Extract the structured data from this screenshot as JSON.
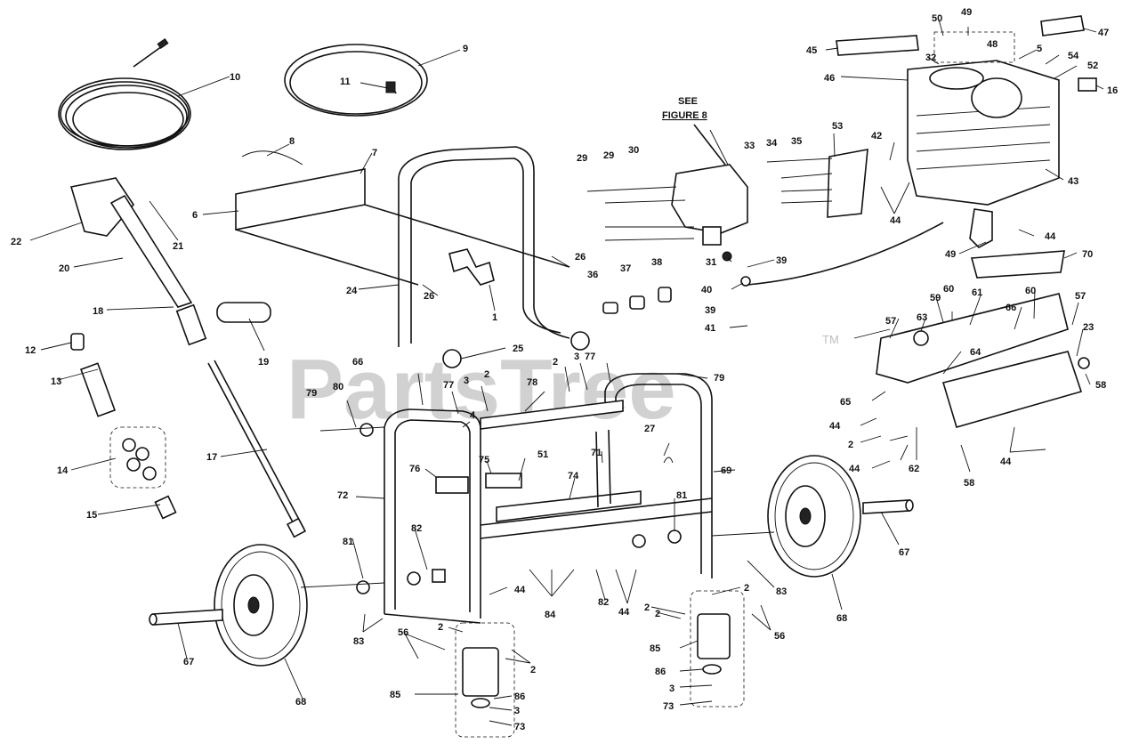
{
  "watermark": {
    "brand": "PartsTree",
    "tm": "TM"
  },
  "callout": {
    "line1": "SEE",
    "line2": "FIGURE 8"
  },
  "labels": [
    {
      "id": "l10",
      "text": "10"
    },
    {
      "id": "l9",
      "text": "9"
    },
    {
      "id": "l11",
      "text": "11"
    },
    {
      "id": "l8",
      "text": "8"
    },
    {
      "id": "l7",
      "text": "7"
    },
    {
      "id": "l6",
      "text": "6"
    },
    {
      "id": "l22",
      "text": "22"
    },
    {
      "id": "l21",
      "text": "21"
    },
    {
      "id": "l20",
      "text": "20"
    },
    {
      "id": "l18",
      "text": "18"
    },
    {
      "id": "l12",
      "text": "12"
    },
    {
      "id": "l13",
      "text": "13"
    },
    {
      "id": "l14",
      "text": "14"
    },
    {
      "id": "l15",
      "text": "15"
    },
    {
      "id": "l17",
      "text": "17"
    },
    {
      "id": "l19",
      "text": "19"
    },
    {
      "id": "l24",
      "text": "24"
    },
    {
      "id": "l26a",
      "text": "26"
    },
    {
      "id": "l26b",
      "text": "26"
    },
    {
      "id": "l1",
      "text": "1"
    },
    {
      "id": "l25",
      "text": "25"
    },
    {
      "id": "l29a",
      "text": "29"
    },
    {
      "id": "l29b",
      "text": "29"
    },
    {
      "id": "l30",
      "text": "30"
    },
    {
      "id": "l31",
      "text": "31"
    },
    {
      "id": "l36",
      "text": "36"
    },
    {
      "id": "l37",
      "text": "37"
    },
    {
      "id": "l38",
      "text": "38"
    },
    {
      "id": "l39a",
      "text": "39"
    },
    {
      "id": "l40",
      "text": "40"
    },
    {
      "id": "l39b",
      "text": "39"
    },
    {
      "id": "l41",
      "text": "41"
    },
    {
      "id": "l33",
      "text": "33"
    },
    {
      "id": "l34",
      "text": "34"
    },
    {
      "id": "l35",
      "text": "35"
    },
    {
      "id": "l53",
      "text": "53"
    },
    {
      "id": "l42",
      "text": "42"
    },
    {
      "id": "l44a",
      "text": "44"
    },
    {
      "id": "l44b",
      "text": "44"
    },
    {
      "id": "l49a",
      "text": "49"
    },
    {
      "id": "l70",
      "text": "70"
    },
    {
      "id": "l43",
      "text": "43"
    },
    {
      "id": "l16",
      "text": "16"
    },
    {
      "id": "l52",
      "text": "52"
    },
    {
      "id": "l54",
      "text": "54"
    },
    {
      "id": "l5",
      "text": "5"
    },
    {
      "id": "l47",
      "text": "47"
    },
    {
      "id": "l49b",
      "text": "49"
    },
    {
      "id": "l48",
      "text": "48"
    },
    {
      "id": "l50",
      "text": "50"
    },
    {
      "id": "l45",
      "text": "45"
    },
    {
      "id": "l32",
      "text": "32"
    },
    {
      "id": "l46",
      "text": "46"
    },
    {
      "id": "l59",
      "text": "59"
    },
    {
      "id": "l60a",
      "text": "60"
    },
    {
      "id": "l61",
      "text": "61"
    },
    {
      "id": "l60b",
      "text": "60"
    },
    {
      "id": "l57a",
      "text": "57"
    },
    {
      "id": "l57b",
      "text": "57"
    },
    {
      "id": "l63",
      "text": "63"
    },
    {
      "id": "l66a",
      "text": "66"
    },
    {
      "id": "l23",
      "text": "23"
    },
    {
      "id": "l64",
      "text": "64"
    },
    {
      "id": "l65",
      "text": "65"
    },
    {
      "id": "l58a",
      "text": "58"
    },
    {
      "id": "l44c",
      "text": "44"
    },
    {
      "id": "l2a",
      "text": "2"
    },
    {
      "id": "l44d",
      "text": "44"
    },
    {
      "id": "l62",
      "text": "62"
    },
    {
      "id": "l58b",
      "text": "58"
    },
    {
      "id": "l44e",
      "text": "44"
    },
    {
      "id": "l66b",
      "text": "66"
    },
    {
      "id": "l77a",
      "text": "77"
    },
    {
      "id": "l3a",
      "text": "3"
    },
    {
      "id": "l2b",
      "text": "2"
    },
    {
      "id": "l78",
      "text": "78"
    },
    {
      "id": "l2c",
      "text": "2"
    },
    {
      "id": "l3b",
      "text": "3"
    },
    {
      "id": "l77b",
      "text": "77"
    },
    {
      "id": "l79a",
      "text": "79"
    },
    {
      "id": "l79b",
      "text": "79"
    },
    {
      "id": "l80",
      "text": "80"
    },
    {
      "id": "l4",
      "text": "4"
    },
    {
      "id": "l27",
      "text": "27"
    },
    {
      "id": "l51",
      "text": "51"
    },
    {
      "id": "l71",
      "text": "71"
    },
    {
      "id": "l69",
      "text": "69"
    },
    {
      "id": "l72",
      "text": "72"
    },
    {
      "id": "l76",
      "text": "76"
    },
    {
      "id": "l75",
      "text": "75"
    },
    {
      "id": "l74",
      "text": "74"
    },
    {
      "id": "l81a",
      "text": "81"
    },
    {
      "id": "l81b",
      "text": "81"
    },
    {
      "id": "l67a",
      "text": "67"
    },
    {
      "id": "l82a",
      "text": "82"
    },
    {
      "id": "l44f",
      "text": "44"
    },
    {
      "id": "l84",
      "text": "84"
    },
    {
      "id": "l82b",
      "text": "82"
    },
    {
      "id": "l44g",
      "text": "44"
    },
    {
      "id": "l2d",
      "text": "2"
    },
    {
      "id": "l83a",
      "text": "83"
    },
    {
      "id": "l68a",
      "text": "68"
    },
    {
      "id": "l2e",
      "text": "2"
    },
    {
      "id": "l56a",
      "text": "56"
    },
    {
      "id": "l85a",
      "text": "85"
    },
    {
      "id": "l86a",
      "text": "86"
    },
    {
      "id": "l3c",
      "text": "3"
    },
    {
      "id": "l73a",
      "text": "73"
    },
    {
      "id": "l83b",
      "text": "83"
    },
    {
      "id": "l2f",
      "text": "2"
    },
    {
      "id": "l56b",
      "text": "56"
    },
    {
      "id": "l2g",
      "text": "2"
    },
    {
      "id": "l2h",
      "text": "2"
    },
    {
      "id": "l85b",
      "text": "85"
    },
    {
      "id": "l86b",
      "text": "86"
    },
    {
      "id": "l3d",
      "text": "3"
    },
    {
      "id": "l73b",
      "text": "73"
    },
    {
      "id": "l67b",
      "text": "67"
    },
    {
      "id": "l68b",
      "text": "68"
    }
  ]
}
